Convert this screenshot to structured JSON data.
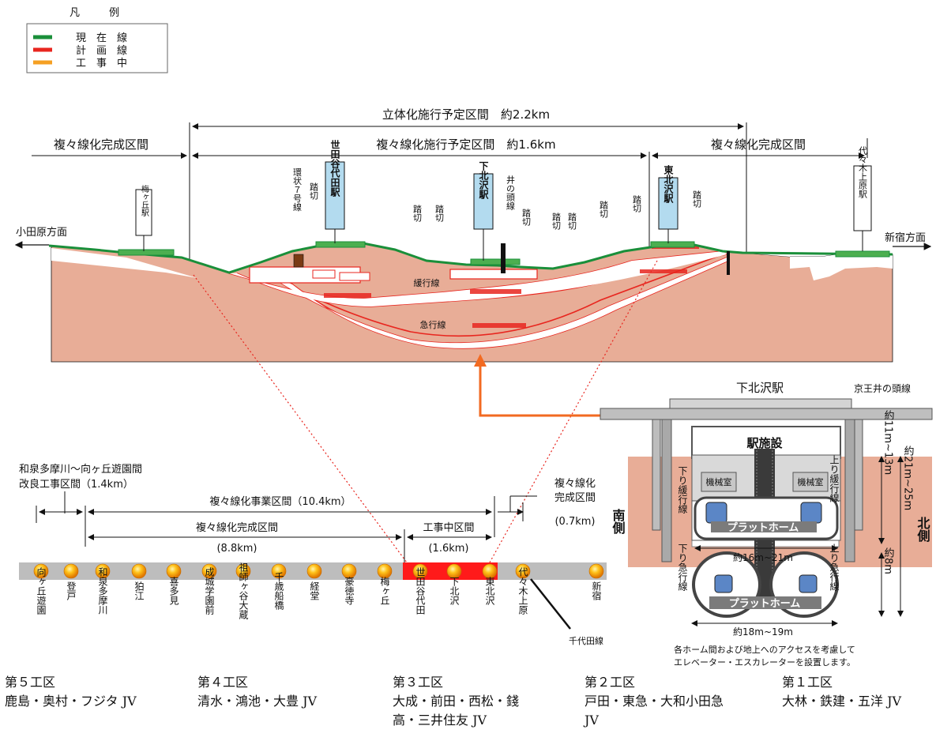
{
  "legend": {
    "title_left": "凡",
    "title_right": "例",
    "items": [
      {
        "label": "現　在　線",
        "color": "#1a8f3a"
      },
      {
        "label": "計　画　線",
        "color": "#e8261f"
      },
      {
        "label": "工　事　中",
        "color": "#f5a023"
      }
    ]
  },
  "colors": {
    "current": "#1a8f3a",
    "planned": "#e8261f",
    "construction": "#f5a023",
    "ground": "#e8ad97",
    "arrow": "#f26a21"
  },
  "profile": {
    "span_total": "立体化施行予定区間　約2.2km",
    "span_double_plan": "複々線化施行予定区間　約1.6km",
    "span_done_left": "複々線化完成区間",
    "span_done_right": "複々線化完成区間",
    "odawara": "小田原方面",
    "shinjuku": "新宿方面",
    "sta_umegaoka": "梅ヶ丘駅",
    "sta_setagayadaita": "世田谷代田駅",
    "sta_shimokitazawa": "下北沢駅",
    "sta_higashikitazawa": "東北沢駅",
    "sta_yoyogiuehara": "代々木上原駅",
    "loop7": "環状７号線",
    "inokashira": "井の頭線",
    "crossing": "踏切",
    "slow_line": "緩行線",
    "express_line": "急行線"
  },
  "section": {
    "title": "下北沢駅",
    "keio": "京王井の頭線",
    "facility": "駅施設",
    "machine_left": "機械室",
    "machine_right": "機械室",
    "platform_upper": "プラットホーム",
    "platform_lower": "プラットホーム",
    "width_upper": "約16m~21m",
    "width_lower": "約18m~19m",
    "down_slow": "下り緩行線",
    "up_slow": "上り緩行線",
    "down_express": "下り急行線",
    "up_express": "上り急行線",
    "depth1": "約11m~13m",
    "depth2": "約21m~25m",
    "depth3": "約8m",
    "south": "南側",
    "north": "北側",
    "note_line1": "各ホーム間および地上へのアクセスを考慮して",
    "note_line2": "エレベーター・エスカレーターを設置します。"
  },
  "route": {
    "izumi_line1": "和泉多摩川～向ヶ丘遊園間",
    "izumi_line2": "改良工事区間（1.4km）",
    "project": "複々線化事業区間（10.4km）",
    "done": "複々線化完成区間",
    "done_len": "(8.8km)",
    "const": "工事中区間",
    "const_len": "(1.6km)",
    "right_done1": "複々線化",
    "right_done2": "完成区間",
    "right_done_len": "(0.7km)",
    "chiyoda": "千代田線",
    "stations": [
      "向ヶ丘遊園",
      "登戸",
      "和泉多摩川",
      "狛江",
      "喜多見",
      "成城学園前",
      "祖師ヶ谷大蔵",
      "千歳船橋",
      "経堂",
      "豪徳寺",
      "梅ヶ丘",
      "世田谷代田",
      "下北沢",
      "東北沢",
      "代々木上原",
      "新宿"
    ]
  },
  "credits": [
    {
      "zone": "第５工区",
      "contractor": "鹿島・奥村・フジタ JV"
    },
    {
      "zone": "第４工区",
      "contractor": "清水・鴻池・大豊 JV"
    },
    {
      "zone": "第３工区",
      "contractor": "大成・前田・西松・錢\n高・三井住友 JV"
    },
    {
      "zone": "第２工区",
      "contractor": "戸田・東急・大和小田急\nJV"
    },
    {
      "zone": "第１工区",
      "contractor": "大林・鉄建・五洋 JV"
    }
  ]
}
